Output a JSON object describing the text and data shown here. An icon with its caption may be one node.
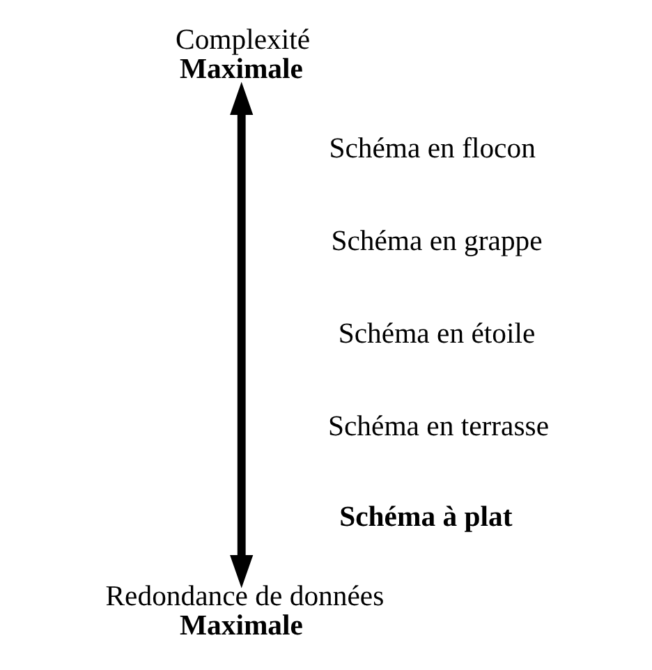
{
  "diagram": {
    "nodes": [
      {
        "text": [
          "Complexité",
          "Maximale"
        ]
      },
      {
        "text": [
          "Redondance de données",
          "Maximale"
        ]
      }
    ],
    "edges": [
      {
        "from": 0,
        "to": 1,
        "arrow": "both"
      }
    ],
    "labels": [
      "Schéma en flocon",
      "Schéma en grappe",
      "Schéma en étoile",
      "Schéma en terrasse",
      "Schéma à plat"
    ]
  }
}
